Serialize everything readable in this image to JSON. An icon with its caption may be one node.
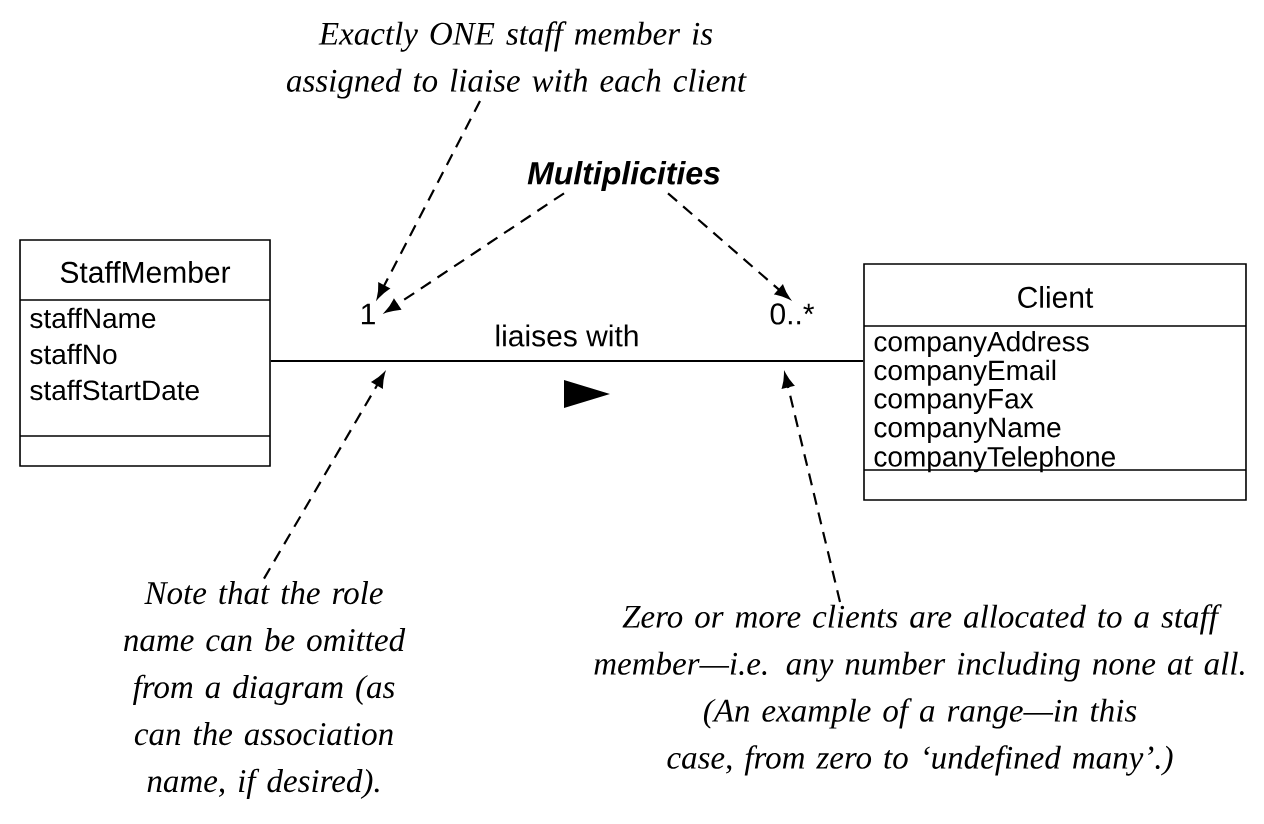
{
  "diagram": {
    "nodes": [
      {
        "text": [
          "StaffMember",
          "staffName",
          "staffNo",
          "staffStartDate"
        ]
      },
      {
        "text": [
          "Client",
          "companyAddress",
          "companyEmail",
          "companyFax",
          "companyName",
          "companyTelephone"
        ]
      },
      {
        "text": [
          "Exactly ONE staff member is assigned to liaise with each client"
        ]
      },
      {
        "text": [
          "Multiplicities"
        ]
      },
      {
        "text": [
          "1"
        ]
      },
      {
        "text": [
          "0..*"
        ]
      },
      {
        "text": [
          "Note that the role name can be omitted from a diagram (as can the association name, if desired)."
        ]
      },
      {
        "text": [
          "Zero or more clients are allocated to a staff member—i.e. any number including none at all.",
          "(An example of a range—in this case, from zero to ‘undefined many’.)"
        ]
      }
    ],
    "edges": [
      {
        "from": 0,
        "to": 1,
        "arrow": "none",
        "label": "liaises with"
      },
      {
        "from": 2,
        "to": 4,
        "arrow": "to",
        "style": "dashed"
      },
      {
        "from": 3,
        "to": 4,
        "arrow": "to",
        "style": "dashed"
      },
      {
        "from": 3,
        "to": 5,
        "arrow": "to",
        "style": "dashed"
      },
      {
        "from": 6,
        "to": null,
        "arrow": "to",
        "style": "dashed"
      },
      {
        "from": 7,
        "to": null,
        "arrow": "to",
        "style": "dashed"
      }
    ]
  }
}
